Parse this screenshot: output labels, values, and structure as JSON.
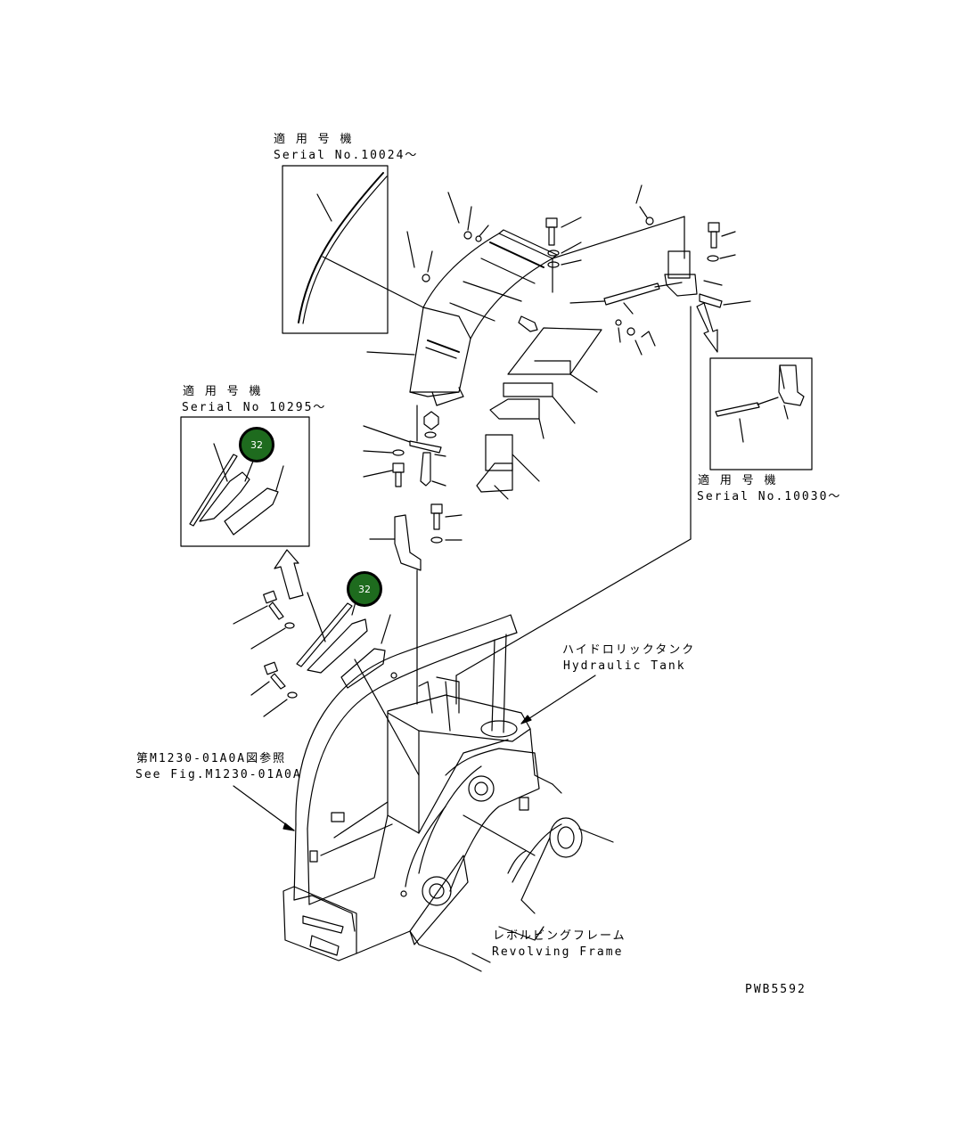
{
  "labels": {
    "serial_10024_jp": "適 用 号 機",
    "serial_10024_en": "Serial No.10024～",
    "serial_10295_jp": "適 用 号 機",
    "serial_10295_en": "Serial No 10295～",
    "serial_10030_jp": "適 用 号 機",
    "serial_10030_en": "Serial No.10030～",
    "hydraulic_tank_jp": "ハイドロリックタンク",
    "hydraulic_tank_en": "Hydraulic Tank",
    "see_fig_jp": "第M1230-01A0A図参照",
    "see_fig_en": "See Fig.M1230-01A0A",
    "revolving_frame_jp": "レボルビングフレーム",
    "revolving_frame_en": "Revolving Frame",
    "drawing_code": "PWB5592"
  },
  "callouts": [
    {
      "number": "32"
    },
    {
      "number": "32"
    }
  ],
  "colors": {
    "callout_fill": "#1e6b1e",
    "line": "#000000"
  }
}
